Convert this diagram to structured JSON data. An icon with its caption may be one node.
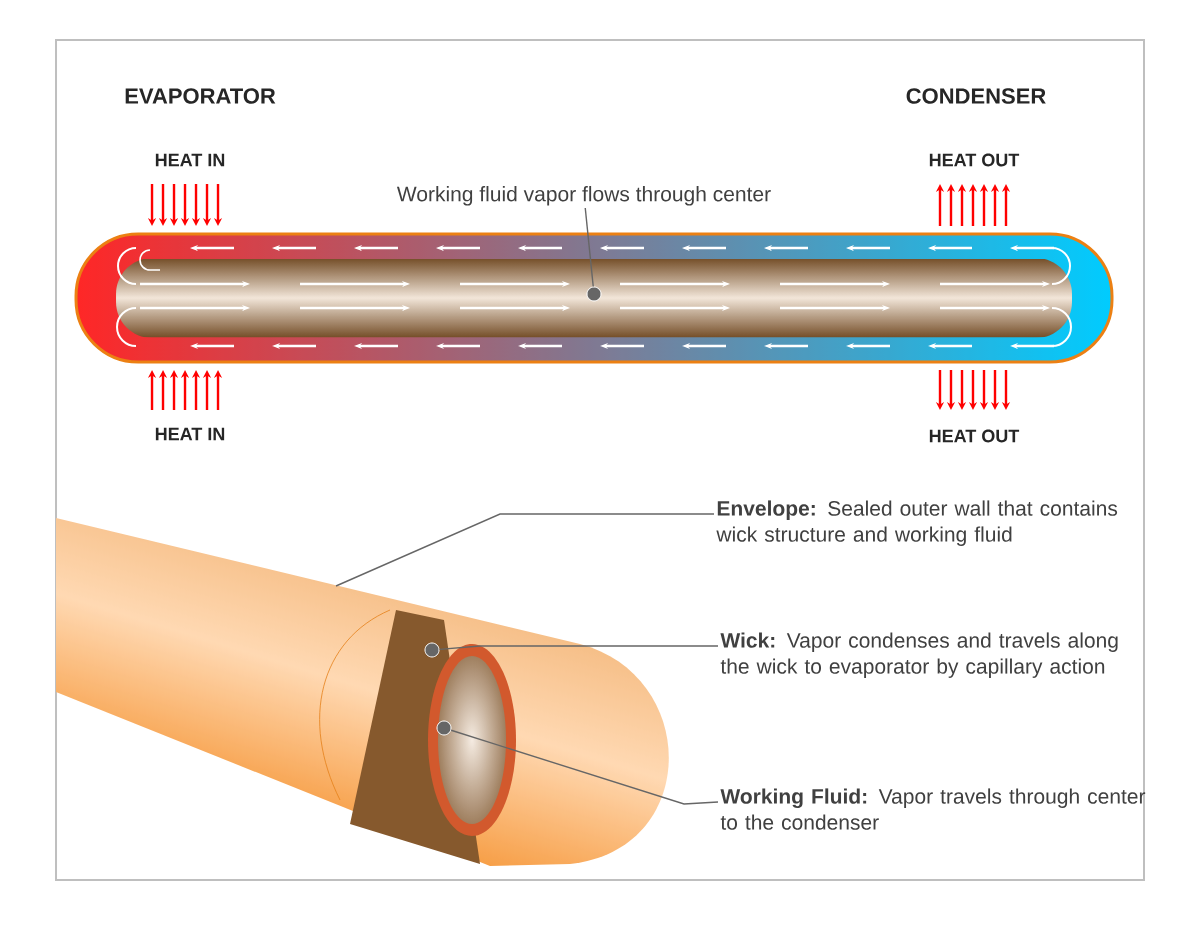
{
  "diagram": {
    "nodes": [
      {
        "text": [
          "Working fluid vapor flows through center"
        ]
      },
      {
        "text": [],
        "shape": "circle"
      },
      {
        "text": [
          "**Envelope:** Sealed outer wall that contains wick structure and working fluid"
        ]
      },
      {
        "text": [
          "**Wick:** Vapor condenses and travels along the wick to evaporator by capillary action"
        ]
      },
      {
        "text": [],
        "shape": "circle"
      },
      {
        "text": [
          "**Working Fluid:** Vapor travels through center to the condenser"
        ]
      },
      {
        "text": [],
        "shape": "circle"
      }
    ],
    "edges": [
      {
        "from": 0,
        "to": 1,
        "arrow": "none"
      },
      {
        "from": 2,
        "to": null,
        "arrow": "none"
      },
      {
        "from": 3,
        "to": 4,
        "arrow": "none"
      },
      {
        "from": 5,
        "to": 6,
        "arrow": "none"
      }
    ],
    "labels": [
      "EVAPORATOR",
      "CONDENSER",
      "HEAT IN",
      "HEAT OUT",
      "HEAT IN",
      "HEAT OUT"
    ]
  }
}
